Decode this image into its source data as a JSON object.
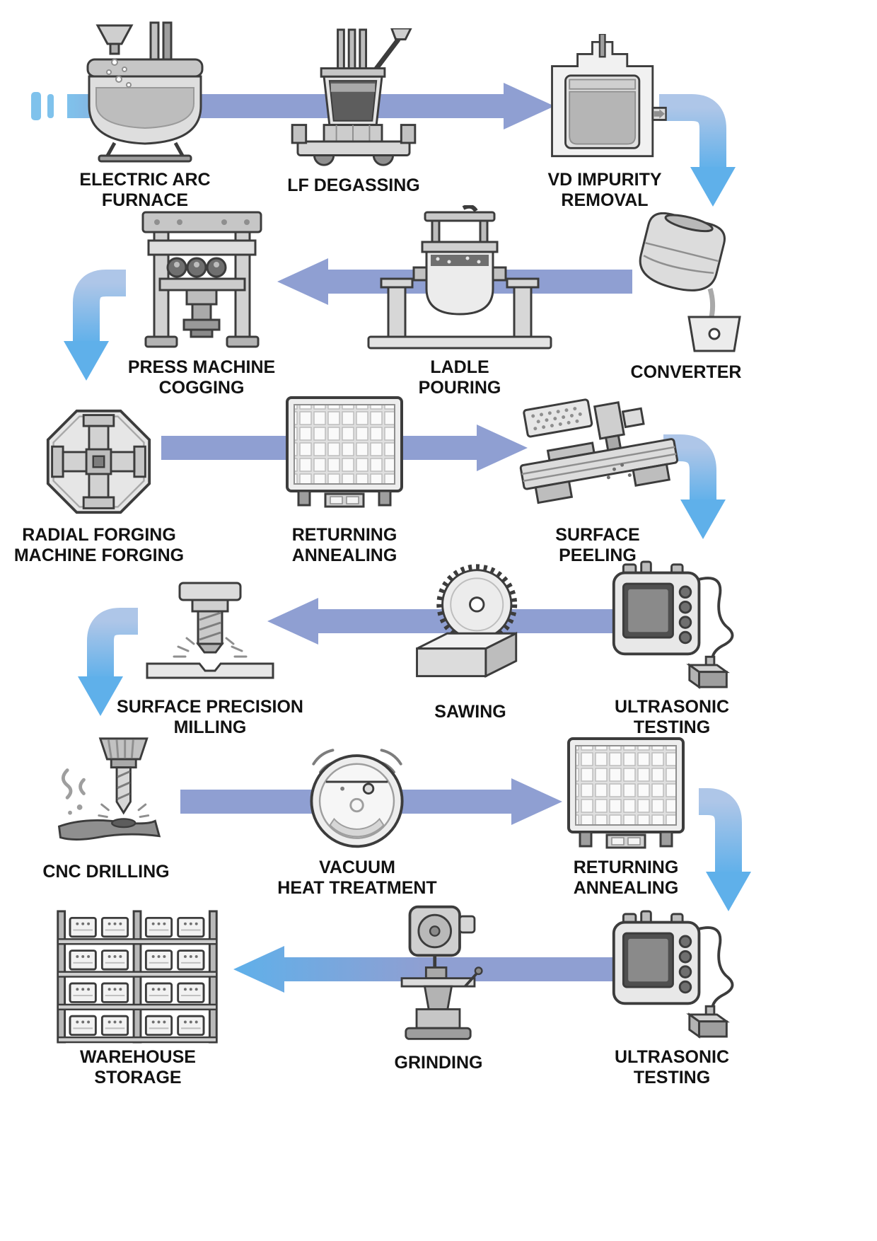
{
  "colors": {
    "arrow_main": "#8f9fd2",
    "arrow_blue": "#5fb0ea",
    "arrow_blue_light": "#aec6e8",
    "dash_blue": "#7fc2ec",
    "label_color": "#121212",
    "bg": "#ffffff"
  },
  "steps": [
    {
      "id": "electric-arc-furnace",
      "icon": "electric-arc-furnace-icon",
      "lines": [
        "ELECTRIC ARC",
        "FURNACE"
      ]
    },
    {
      "id": "lf-degassing",
      "icon": "ladle-furnace-icon",
      "lines": [
        "LF DEGASSING"
      ]
    },
    {
      "id": "vd-impurity-removal",
      "icon": "vacuum-degasser-icon",
      "lines": [
        "VD IMPURITY",
        "REMOVAL"
      ]
    },
    {
      "id": "converter",
      "icon": "converter-icon",
      "lines": [
        "CONVERTER"
      ]
    },
    {
      "id": "ladle-pouring",
      "icon": "ladle-icon",
      "lines": [
        "LADLE",
        "POURING"
      ]
    },
    {
      "id": "press-machine-cogging",
      "icon": "press-machine-icon",
      "lines": [
        "PRESS MACHINE",
        "COGGING"
      ]
    },
    {
      "id": "radial-forging",
      "icon": "radial-forging-machine-icon",
      "lines": [
        "RADIAL FORGING",
        "MACHINE FORGING"
      ]
    },
    {
      "id": "returning-annealing-1",
      "icon": "annealing-furnace-icon",
      "lines": [
        "RETURNING",
        "ANNEALING"
      ]
    },
    {
      "id": "surface-peeling",
      "icon": "peeling-machine-icon",
      "lines": [
        "SURFACE",
        "PEELING"
      ]
    },
    {
      "id": "ultrasonic-testing-1",
      "icon": "ultrasonic-tester-icon",
      "lines": [
        "ULTRASONIC",
        "TESTING"
      ]
    },
    {
      "id": "sawing",
      "icon": "circular-saw-icon",
      "lines": [
        "SAWING"
      ]
    },
    {
      "id": "surface-precision-milling",
      "icon": "milling-cutter-icon",
      "lines": [
        "SURFACE PRECISION",
        "MILLING"
      ]
    },
    {
      "id": "cnc-drilling",
      "icon": "drill-bit-icon",
      "lines": [
        "CNC DRILLING"
      ]
    },
    {
      "id": "vacuum-heat-treatment",
      "icon": "vacuum-furnace-icon",
      "lines": [
        "VACUUM",
        "HEAT TREATMENT"
      ]
    },
    {
      "id": "returning-annealing-2",
      "icon": "annealing-furnace-icon",
      "lines": [
        "RETURNING",
        "ANNEALING"
      ]
    },
    {
      "id": "ultrasonic-testing-2",
      "icon": "ultrasonic-tester-icon",
      "lines": [
        "ULTRASONIC",
        "TESTING"
      ]
    },
    {
      "id": "grinding",
      "icon": "grinding-machine-icon",
      "lines": [
        "GRINDING"
      ]
    },
    {
      "id": "warehouse-storage",
      "icon": "warehouse-shelf-icon",
      "lines": [
        "WAREHOUSE",
        "STORAGE"
      ]
    }
  ],
  "arrows": [
    {
      "from": "start",
      "to": "electric-arc-furnace",
      "direction": "right"
    },
    {
      "from": "electric-arc-furnace",
      "to": "vd-impurity-removal",
      "direction": "right"
    },
    {
      "from": "vd-impurity-removal",
      "to": "converter",
      "direction": "down"
    },
    {
      "from": "converter",
      "to": "press-machine-cogging",
      "direction": "left"
    },
    {
      "from": "press-machine-cogging",
      "to": "radial-forging",
      "direction": "down"
    },
    {
      "from": "radial-forging",
      "to": "surface-peeling",
      "direction": "right"
    },
    {
      "from": "surface-peeling",
      "to": "ultrasonic-testing-1",
      "direction": "down"
    },
    {
      "from": "ultrasonic-testing-1",
      "to": "surface-precision-milling",
      "direction": "left"
    },
    {
      "from": "surface-precision-milling",
      "to": "cnc-drilling",
      "direction": "down"
    },
    {
      "from": "cnc-drilling",
      "to": "returning-annealing-2",
      "direction": "right"
    },
    {
      "from": "returning-annealing-2",
      "to": "ultrasonic-testing-2",
      "direction": "down"
    },
    {
      "from": "ultrasonic-testing-2",
      "to": "warehouse-storage",
      "direction": "left"
    }
  ]
}
